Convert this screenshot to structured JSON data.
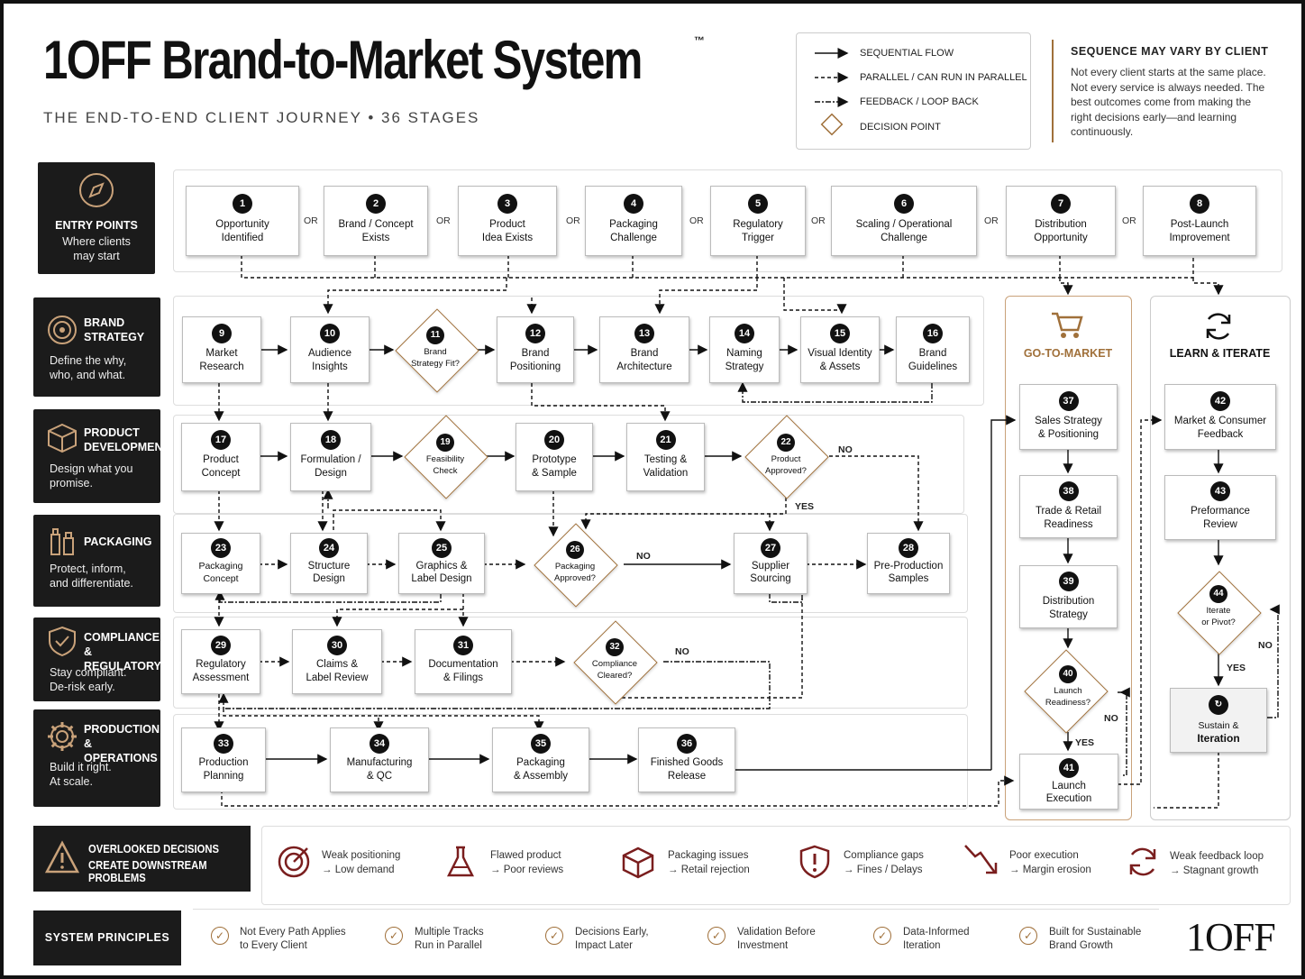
{
  "header": {
    "title": "1OFF Brand-to-Market System",
    "trademark": "™",
    "subtitle": "THE END-TO-END CLIENT JOURNEY • 36 STAGES"
  },
  "legend": {
    "sequential": "SEQUENTIAL FLOW",
    "parallel": "PARALLEL / CAN RUN IN PARALLEL",
    "feedback": "FEEDBACK / LOOP BACK",
    "decision": "DECISION POINT"
  },
  "note": {
    "title": "SEQUENCE MAY VARY BY CLIENT",
    "body": "Not every client starts at the same place. Not every service is always needed. The best outcomes come from making the right decisions early—and learning continuously."
  },
  "lanes": {
    "entry": {
      "title": "ENTRY POINTS",
      "desc1": "Where clients",
      "desc2": "may start",
      "icon": "compass-icon"
    },
    "brand": {
      "title1": "BRAND",
      "title2": "STRATEGY",
      "desc1": "Define the why,",
      "desc2": "who, and what.",
      "icon": "target-icon"
    },
    "product": {
      "title1": "PRODUCT",
      "title2": "DEVELOPMENT",
      "desc1": "Design what you",
      "desc2": "promise.",
      "icon": "cube-icon"
    },
    "packaging": {
      "title1": "PACKAGING",
      "title2": "",
      "desc1": "Protect, inform,",
      "desc2": "and differentiate.",
      "icon": "bottles-icon"
    },
    "compliance": {
      "title1": "COMPLIANCE",
      "title2": "& REGULATORY",
      "desc1": "Stay compliant.",
      "desc2": "De-risk early.",
      "icon": "shield-check-icon"
    },
    "production": {
      "title1": "PRODUCTION",
      "title2": "& OPERATIONS",
      "desc1": "Build it right.",
      "desc2": "At scale.",
      "icon": "gear-icon"
    }
  },
  "or_label": "OR",
  "yes_label": "YES",
  "no_label": "NO",
  "stages": {
    "s1": {
      "n": "1",
      "l1": "Opportunity",
      "l2": "Identified"
    },
    "s2": {
      "n": "2",
      "l1": "Brand / Concept",
      "l2": "Exists"
    },
    "s3": {
      "n": "3",
      "l1": "Product",
      "l2": "Idea Exists"
    },
    "s4": {
      "n": "4",
      "l1": "Packaging",
      "l2": "Challenge"
    },
    "s5": {
      "n": "5",
      "l1": "Regulatory",
      "l2": "Trigger"
    },
    "s6": {
      "n": "6",
      "l1": "Scaling / Operational",
      "l2": "Challenge"
    },
    "s7": {
      "n": "7",
      "l1": "Distribution",
      "l2": "Opportunity"
    },
    "s8": {
      "n": "8",
      "l1": "Post-Launch",
      "l2": "Improvement"
    },
    "s9": {
      "n": "9",
      "l1": "Market",
      "l2": "Research"
    },
    "s10": {
      "n": "10",
      "l1": "Audience",
      "l2": "Insights"
    },
    "s11": {
      "n": "11",
      "l1": "Brand",
      "l2": "Strategy Fit?"
    },
    "s12": {
      "n": "12",
      "l1": "Brand",
      "l2": "Positioning"
    },
    "s13": {
      "n": "13",
      "l1": "Brand",
      "l2": "Architecture"
    },
    "s14": {
      "n": "14",
      "l1": "Naming",
      "l2": "Strategy"
    },
    "s15": {
      "n": "15",
      "l1": "Visual Identity",
      "l2": "& Assets"
    },
    "s16": {
      "n": "16",
      "l1": "Brand",
      "l2": "Guidelines"
    },
    "s17": {
      "n": "17",
      "l1": "Product",
      "l2": "Concept"
    },
    "s18": {
      "n": "18",
      "l1": "Formulation /",
      "l2": "Design"
    },
    "s19": {
      "n": "19",
      "l1": "Feasibility",
      "l2": "Check"
    },
    "s20": {
      "n": "20",
      "l1": "Prototype",
      "l2": "& Sample"
    },
    "s21": {
      "n": "21",
      "l1": "Testing &",
      "l2": "Validation"
    },
    "s22": {
      "n": "22",
      "l1": "Product",
      "l2": "Approved?"
    },
    "s23": {
      "n": "23",
      "l1": "Packaging",
      "l2": "Concept"
    },
    "s24": {
      "n": "24",
      "l1": "Structure",
      "l2": "Design"
    },
    "s25": {
      "n": "25",
      "l1": "Graphics &",
      "l2": "Label Design"
    },
    "s26": {
      "n": "26",
      "l1": "Packaging",
      "l2": "Approved?"
    },
    "s27": {
      "n": "27",
      "l1": "Supplier",
      "l2": "Sourcing"
    },
    "s28": {
      "n": "28",
      "l1": "Pre-Production",
      "l2": "Samples"
    },
    "s29": {
      "n": "29",
      "l1": "Regulatory",
      "l2": "Assessment"
    },
    "s30": {
      "n": "30",
      "l1": "Claims &",
      "l2": "Label Review"
    },
    "s31": {
      "n": "31",
      "l1": "Documentation",
      "l2": "& Filings"
    },
    "s32": {
      "n": "32",
      "l1": "Compliance",
      "l2": "Cleared?"
    },
    "s33": {
      "n": "33",
      "l1": "Production",
      "l2": "Planning"
    },
    "s34": {
      "n": "34",
      "l1": "Manufacturing",
      "l2": "& QC"
    },
    "s35": {
      "n": "35",
      "l1": "Packaging",
      "l2": "& Assembly"
    },
    "s36": {
      "n": "36",
      "l1": "Finished Goods",
      "l2": "Release"
    },
    "s37": {
      "n": "37",
      "l1": "Sales Strategy",
      "l2": "& Positioning"
    },
    "s38": {
      "n": "38",
      "l1": "Trade & Retail",
      "l2": "Readiness"
    },
    "s39": {
      "n": "39",
      "l1": "Distribution",
      "l2": "Strategy"
    },
    "s40": {
      "n": "40",
      "l1": "Launch",
      "l2": "Readiness?"
    },
    "s41": {
      "n": "41",
      "l1": "Launch",
      "l2": "Execution"
    },
    "s42": {
      "n": "42",
      "l1": "Market & Consumer",
      "l2": "Feedback"
    },
    "s43": {
      "n": "43",
      "l1": "Preformance",
      "l2": "Review"
    },
    "s44": {
      "n": "44",
      "l1": "Iterate",
      "l2": "or Pivot?"
    },
    "s45": {
      "l1": "Sustain &",
      "l2": "Iteration"
    }
  },
  "panels": {
    "gtm": {
      "title": "GO-TO-MARKET",
      "icon": "cart-icon"
    },
    "learn": {
      "title": "LEARN & ITERATE",
      "icon": "refresh-icon"
    }
  },
  "overlooked": {
    "title1": "OVERLOOKED DECISIONS",
    "title2": "CREATE DOWNSTREAM PROBLEMS",
    "items": [
      {
        "l1": "Weak positioning",
        "l2": "→ Low demand",
        "icon": "target-icon"
      },
      {
        "l1": "Flawed product",
        "l2": "→ Poor reviews",
        "icon": "flask-icon"
      },
      {
        "l1": "Packaging issues",
        "l2": "→ Retail rejection",
        "icon": "box-icon"
      },
      {
        "l1": "Compliance gaps",
        "l2": "→ Fines / Delays",
        "icon": "shield-alert-icon"
      },
      {
        "l1": "Poor execution",
        "l2": "→ Margin erosion",
        "icon": "trend-down-icon"
      },
      {
        "l1": "Weak feedback loop",
        "l2": "→ Stagnant growth",
        "icon": "refresh-icon"
      }
    ]
  },
  "principles": {
    "title": "SYSTEM PRINCIPLES",
    "items": [
      {
        "l1": "Not Every Path Applies",
        "l2": "to Every Client"
      },
      {
        "l1": "Multiple Tracks",
        "l2": "Run in Parallel"
      },
      {
        "l1": "Decisions Early,",
        "l2": "Impact Later"
      },
      {
        "l1": "Validation Before",
        "l2": "Investment"
      },
      {
        "l1": "Data-Informed",
        "l2": "Iteration"
      },
      {
        "l1": "Built for Sustainable",
        "l2": "Brand Growth"
      }
    ],
    "logo": "1OFF"
  },
  "colors": {
    "accent": "#a0703a",
    "dark": "#1b1b1b",
    "ink": "#111111"
  }
}
